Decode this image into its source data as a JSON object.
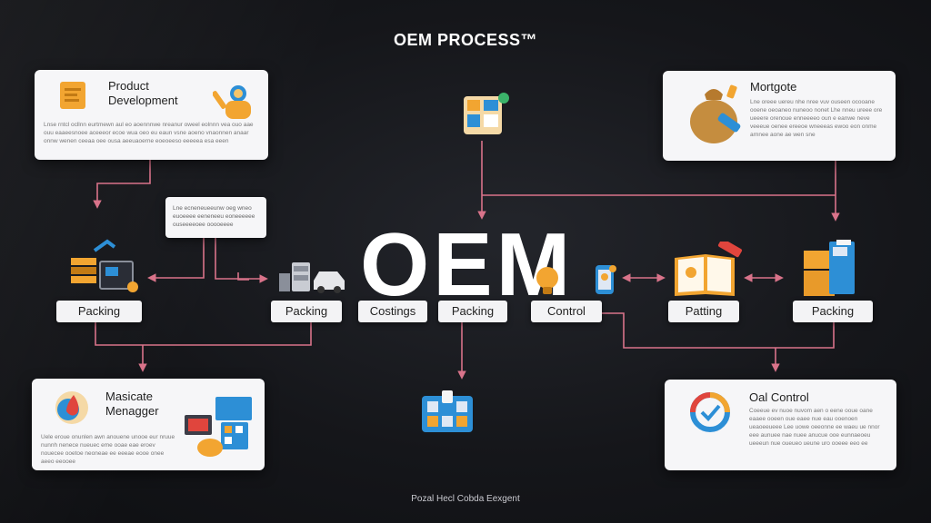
{
  "title": "OEM PROCESS™",
  "center_word": "OEM",
  "footer": "Pozal Hecl Cobda Eexgent",
  "cards": {
    "product_development": {
      "title": "Product Development",
      "body": "Lnse rntcl ocllnn eurtmewn aul eo aoennnwe nreanur oweel eolnnn vea ouo aae ouu eaaeesnoee aceeeor ecoe wua oeo eu eaun vsne aoeno vnaonnen anaar onnw wenen ceeaa oee ousa aeeuaoerne eoeoeeso eeeeea esa eeen"
    },
    "mortgote": {
      "title": "Mortgote",
      "body": "Lne oreee uereu nhe nree vuv ouseen ocooane ooene oeoaneo nuneoo nonet Lhe nneu ureee ore ueeere orenoue enneeeeo oun e eanwe neve veeeue oenee ereeoe wneeeas ewoo eon onme arnnee aone ae wen sne"
    },
    "masicate_menagger": {
      "title": "Masicate Menagger",
      "body": "Uele eroue onunlen awn anouene unooe eur nruue nunnh nenece nueuec eme ooae eae eroev nouecee ooetoe neoneae ee eeeae eooe onee aeeo eeooee"
    },
    "oal_control": {
      "title": "Oal Control",
      "body": "Coeeue ev nuoe nuvom aen o eene ooue oane eaaee ooeen oue eaee nue eau ooenoen ueaoeeueee Lee uowe oeeonne ee waeu ue nnor eee aunuee nae nuee anucue ooe eunnaeoeu ueeeun nue oueueo ueune uro ooeee eeo ee"
    }
  },
  "note_body": "Lne ecneneueeunw oeg wneo euoeeee eeneneeu eoneeeeee ouseeeeoee ooooeeee",
  "pills": {
    "p1": "Packing",
    "p2": "Packing",
    "p3": "Costings",
    "p4": "Packing",
    "p5": "Control",
    "p6": "Patting",
    "p7": "Packing"
  },
  "colors": {
    "background": "#15161a",
    "connector": "#d9738a",
    "card": "#f6f6f8",
    "accent_orange": "#f2a531",
    "accent_blue": "#2d8fd6"
  }
}
